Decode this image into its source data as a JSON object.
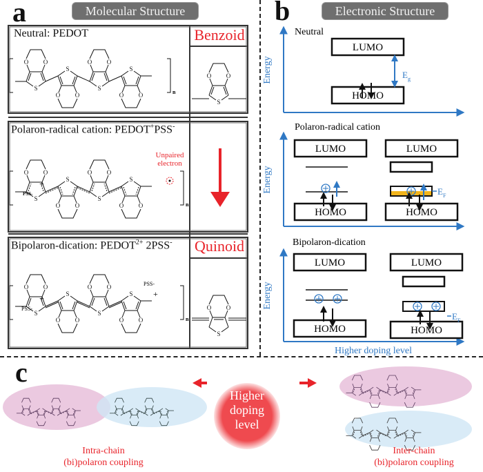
{
  "panel_a": {
    "letter": "a",
    "title": "Molecular Structure",
    "rows": [
      {
        "label": "Neutral: PEDOT",
        "side_label": "Benzoid"
      },
      {
        "label_main": "Polaron-radical cation: PEDOT",
        "label_sup1": "+",
        "label_mid": "PSS",
        "label_sup2": "-",
        "annotation": "Unpaired electron",
        "counter_ion": "PSS-",
        "side_arrow": "down-arrow"
      },
      {
        "label_main": "Bipolaron-dication: PEDOT",
        "label_sup1": "2+",
        "label_mid": " 2PSS",
        "label_sup2": "-",
        "side_label": "Quinoid",
        "counter_ion": "PSS-"
      }
    ],
    "atom_labels": {
      "oxygen": "O",
      "sulfur": "S",
      "repeat": "n",
      "plus": "+"
    }
  },
  "panel_b": {
    "letter": "b",
    "title": "Electronic Structure",
    "axis_label": "Energy",
    "x_axis_label": "Higher doping level",
    "states": [
      {
        "name": "Neutral",
        "lumo": "LUMO",
        "homo": "HOMO",
        "gap_label": "E",
        "gap_sub": "g"
      },
      {
        "name": "Polaron-radical cation",
        "lumo": "LUMO",
        "homo": "HOMO",
        "fermi_label": "E",
        "fermi_sub": "F"
      },
      {
        "name": "Bipolaron-dication",
        "lumo": "LUMO",
        "homo": "HOMO",
        "fermi_label": "E",
        "fermi_sub": "F"
      }
    ],
    "colors": {
      "axis": "#2f78c4",
      "fill": "#f2b51c"
    }
  },
  "panel_c": {
    "letter": "c",
    "center_label_lines": [
      "Higher",
      "doping",
      "level"
    ],
    "left_caption": [
      "Intra-chain",
      "(bi)polaron coupling"
    ],
    "right_caption": [
      "Inter-chain",
      "(bi)polaron coupling"
    ],
    "colors": {
      "pink": "#e6bcd8",
      "blue": "#cfe6f5",
      "red": "#e8232a"
    }
  }
}
